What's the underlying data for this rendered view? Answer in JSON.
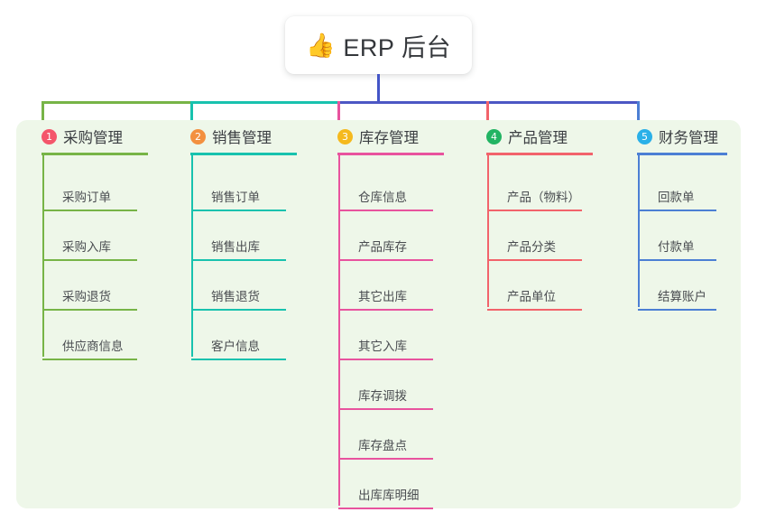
{
  "root": {
    "emoji": "👍",
    "emoji_name": "thumbs-up-icon",
    "title": "ERP 后台"
  },
  "canvas": {
    "background": "#ffffff",
    "panel_background": "#eef7e9",
    "root_stem_color": "#4355c7"
  },
  "branches": [
    {
      "index": "1",
      "label": "采购管理",
      "badge_color": "#f4566b",
      "line_color": "#77b447",
      "items": [
        "采购订单",
        "采购入库",
        "采购退货",
        "供应商信息"
      ]
    },
    {
      "index": "2",
      "label": "销售管理",
      "badge_color": "#f3903f",
      "line_color": "#18c2ae",
      "items": [
        "销售订单",
        "销售出库",
        "销售退货",
        "客户信息"
      ]
    },
    {
      "index": "3",
      "label": "库存管理",
      "badge_color": "#f5b91d",
      "line_color": "#e8539e",
      "items": [
        "仓库信息",
        "产品库存",
        "其它出库",
        "其它入库",
        "库存调拨",
        "库存盘点",
        "出库库明细"
      ]
    },
    {
      "index": "4",
      "label": "产品管理",
      "badge_color": "#22b463",
      "line_color": "#f2636b",
      "items": [
        "产品（物料）",
        "产品分类",
        "产品单位"
      ]
    },
    {
      "index": "5",
      "label": "财务管理",
      "badge_color": "#2ab0e8",
      "line_color": "#4c7fd4",
      "items": [
        "回款单",
        "付款单",
        "结算账户"
      ]
    }
  ],
  "trunk_segments": [
    {
      "name": "segment-purchase-sales",
      "color": "#77b447"
    },
    {
      "name": "segment-sales-inventory",
      "color": "#18c2ae"
    },
    {
      "name": "segment-inventory-finance",
      "color": "#4c57c4"
    }
  ]
}
